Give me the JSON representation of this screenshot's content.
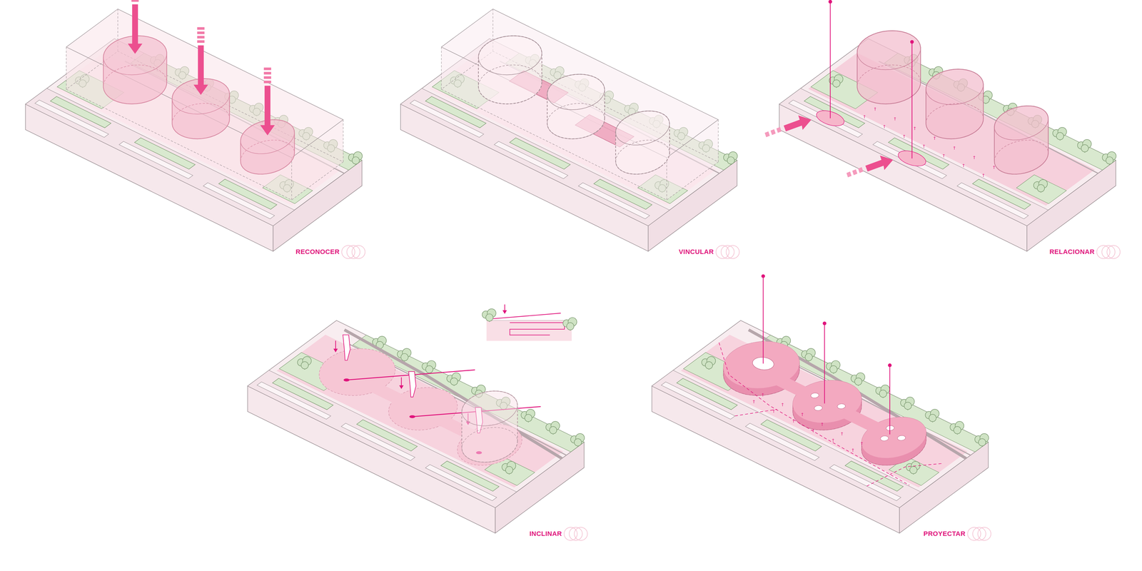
{
  "diagram": {
    "labels": [
      "RECONOCER",
      "VINCULAR",
      "RELACIONAR",
      "INCLINAR",
      "PROYECTAR"
    ]
  }
}
